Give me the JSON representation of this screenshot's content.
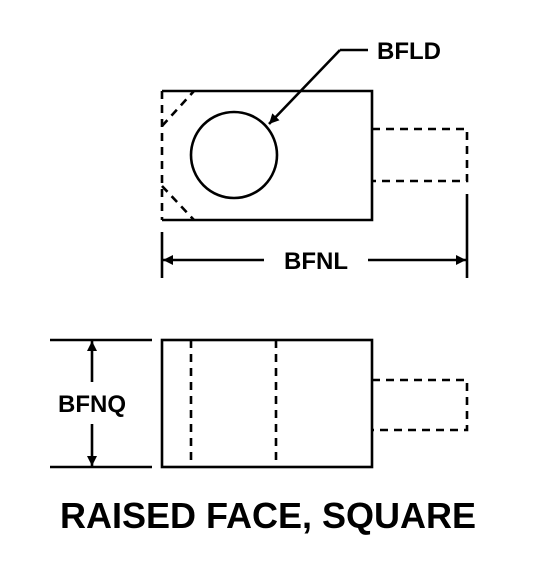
{
  "labels": {
    "bfld": "BFLD",
    "bfnl": "BFNL",
    "bfnq": "BFNQ"
  },
  "caption": "RAISED FACE, SQUARE"
}
